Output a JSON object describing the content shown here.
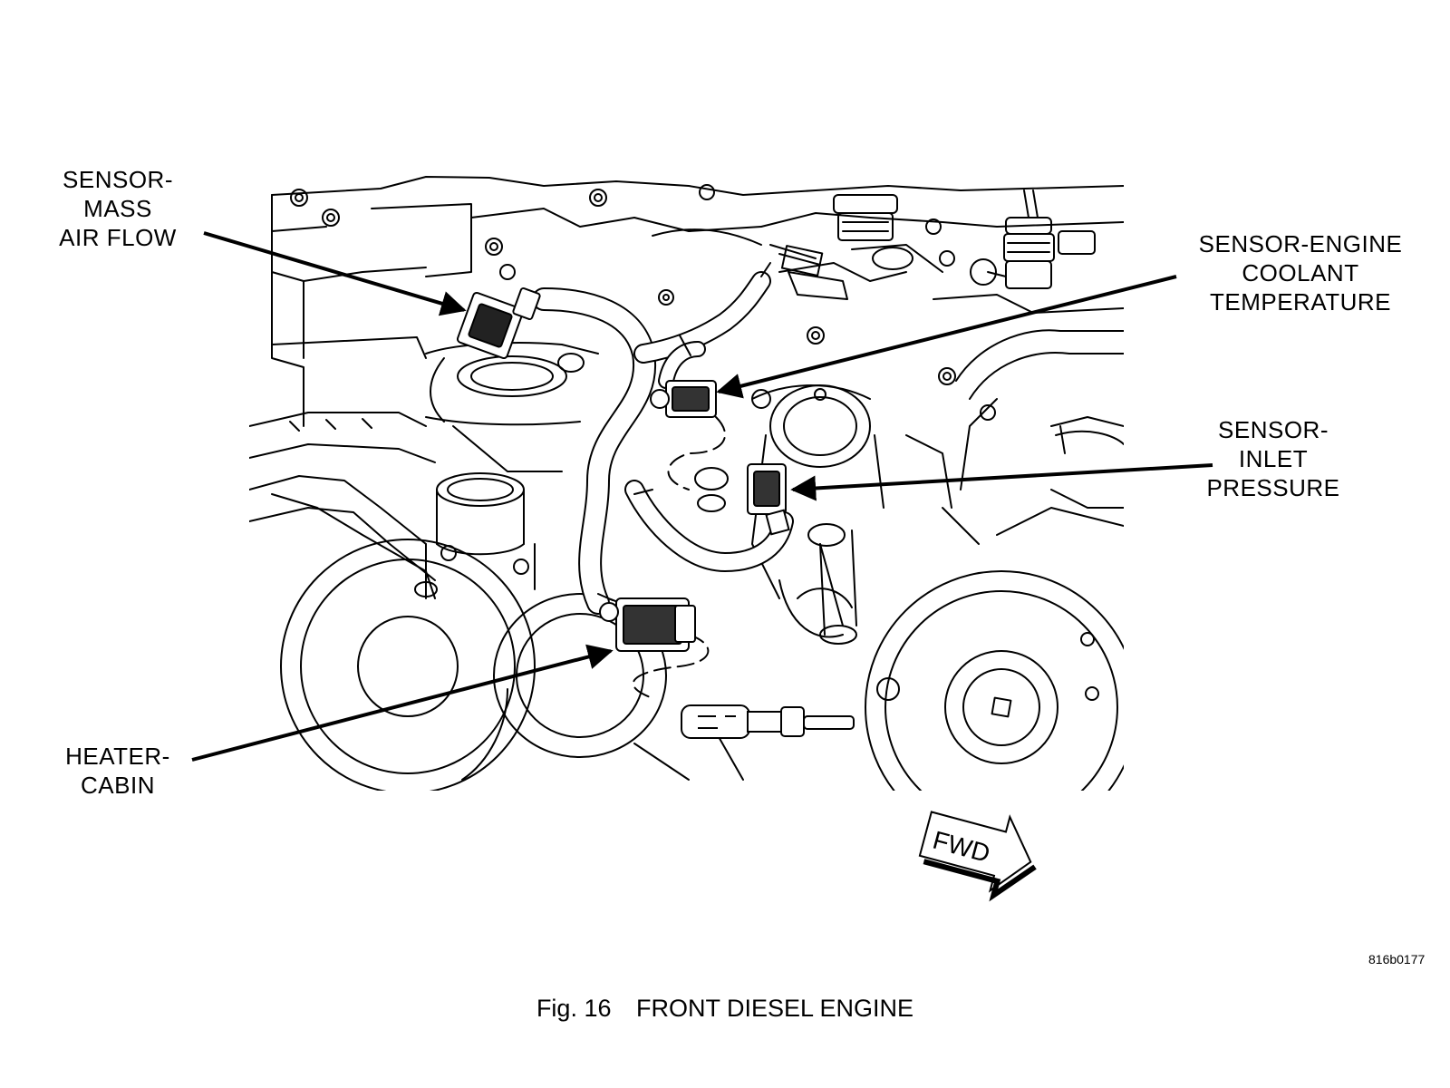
{
  "callouts": {
    "mass_air_flow": [
      "SENSOR-",
      "MASS",
      "AIR FLOW"
    ],
    "coolant_temp": [
      "SENSOR-ENGINE",
      "COOLANT",
      "TEMPERATURE"
    ],
    "inlet_pressure": [
      "SENSOR-",
      "INLET",
      "PRESSURE"
    ],
    "heater_cabin": [
      "HEATER-",
      "CABIN"
    ]
  },
  "direction_label": "FWD",
  "figure_id": "816b0177",
  "caption": {
    "number": "Fig. 16",
    "title": "FRONT DIESEL ENGINE"
  }
}
